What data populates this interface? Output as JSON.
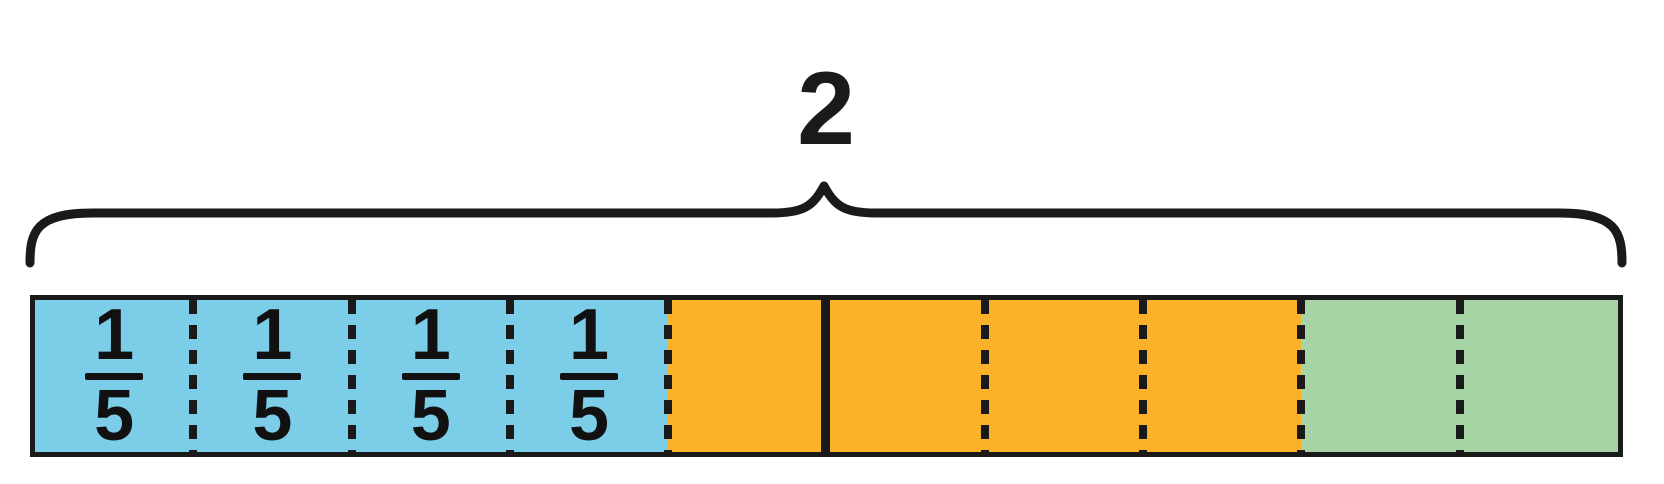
{
  "brace": {
    "label": "2"
  },
  "colors": {
    "blue": "#7CCDE8",
    "orange": "#FBB22A",
    "green": "#A7D4A4",
    "line": "#1A1A1A",
    "text": "#111111",
    "background": "#FFFFFF"
  },
  "bar": {
    "segment_count": 10,
    "segments": [
      {
        "color": "blue",
        "label_numerator": "1",
        "label_denominator": "5",
        "divider_right": "dashed"
      },
      {
        "color": "blue",
        "label_numerator": "1",
        "label_denominator": "5",
        "divider_right": "dashed"
      },
      {
        "color": "blue",
        "label_numerator": "1",
        "label_denominator": "5",
        "divider_right": "dashed"
      },
      {
        "color": "blue",
        "label_numerator": "1",
        "label_denominator": "5",
        "divider_right": "dashed"
      },
      {
        "color": "orange",
        "divider_right": "solid"
      },
      {
        "color": "orange",
        "divider_right": "dashed"
      },
      {
        "color": "orange",
        "divider_right": "dashed"
      },
      {
        "color": "orange",
        "divider_right": "dashed"
      },
      {
        "color": "green",
        "divider_right": "dashed"
      },
      {
        "color": "green",
        "divider_right": "none"
      }
    ]
  }
}
